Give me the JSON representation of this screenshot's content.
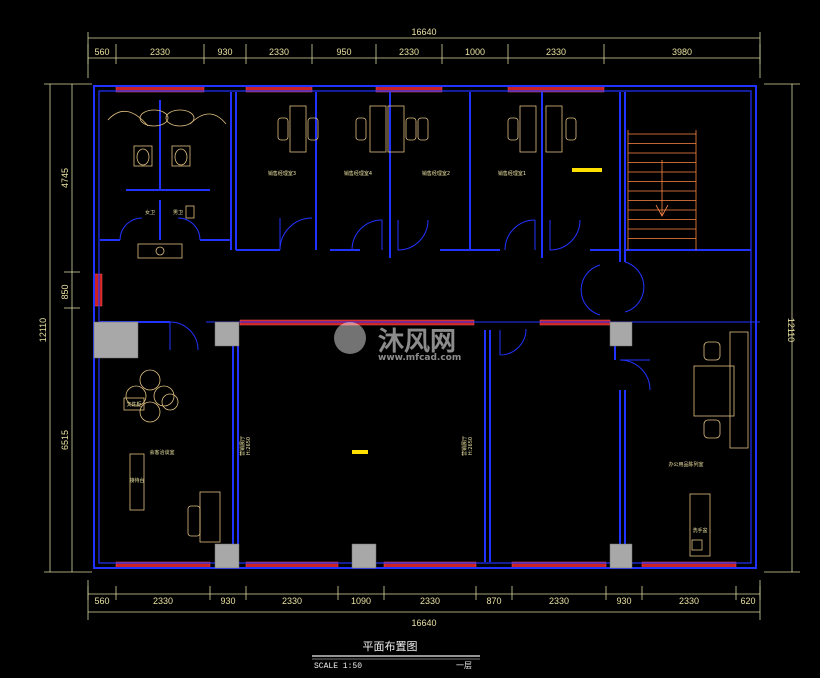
{
  "drawing": {
    "title": "平面布置图",
    "scale": "SCALE 1:50",
    "floor": "一层",
    "colors": {
      "background": "#000000",
      "wall": "#2233ff",
      "window": "#cc2222",
      "dimension": "#d8d8a0",
      "furniture": "#e0c080",
      "column": "#a8a8a8",
      "stair": "#ff8844",
      "highlight": "#ffe000"
    }
  },
  "dimensions": {
    "top_total": "16640",
    "top_segments": [
      "560",
      "2330",
      "930",
      "2330",
      "950",
      "2330",
      "1000",
      "2330",
      "3980"
    ],
    "bottom_total": "16640",
    "bottom_segments": [
      "560",
      "2330",
      "930",
      "2330",
      "1090",
      "2330",
      "870",
      "2330",
      "930",
      "2330",
      "620"
    ],
    "left_total": "12110",
    "left_segments": [
      "4745",
      "850",
      "6515"
    ],
    "right_total": "12110"
  },
  "rooms": {
    "toilet_female": "女卫",
    "toilet_male": "男卫",
    "office_1": "销售经理室1",
    "office_2": "销售经理室2",
    "office_3": "销售经理室3",
    "office_4": "销售经理室4",
    "hall_left_side": "营销展厅",
    "hall_left_height": "H:2650",
    "hall_right_side": "营销展厅",
    "hall_right_height": "H:2650",
    "reception": "会客洽谈室",
    "reception_table": "接待台",
    "meeting_room": "办公用品陈列室",
    "sink_label": "洗手盆",
    "cabinet_label": "文件柜"
  },
  "watermark": {
    "brand": "沐风网",
    "url": "www.mfcad.com"
  }
}
